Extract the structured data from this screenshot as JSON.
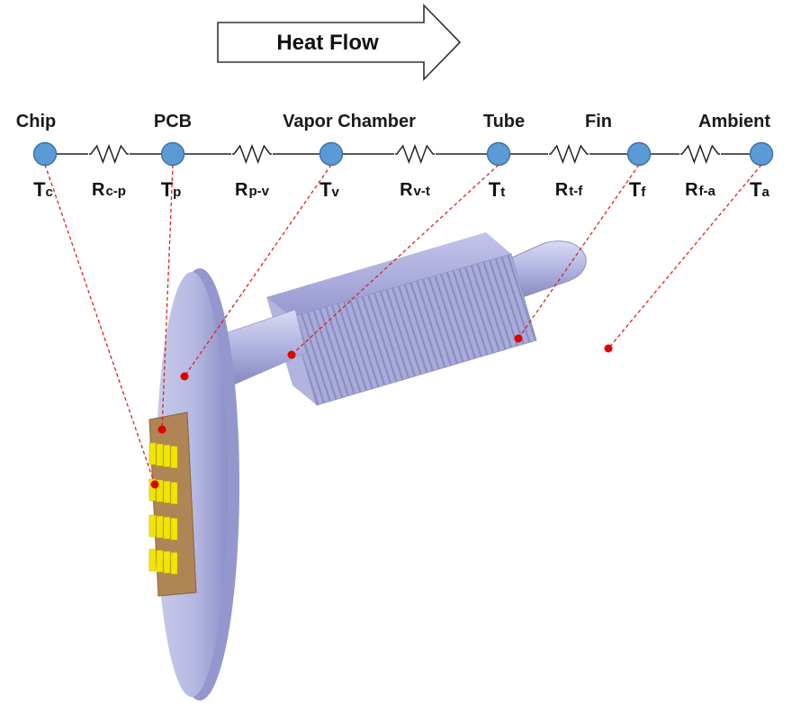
{
  "heat_flow": {
    "label": "Heat Flow"
  },
  "network": {
    "nodes": [
      {
        "label": "Chip",
        "temp_main": "T",
        "temp_sub": "c"
      },
      {
        "label": "PCB",
        "temp_main": "T",
        "temp_sub": "p"
      },
      {
        "label": "Vapor Chamber",
        "temp_main": "T",
        "temp_sub": "v"
      },
      {
        "label": "Tube",
        "temp_main": "T",
        "temp_sub": "t"
      },
      {
        "label": "Fin",
        "temp_main": "T",
        "temp_sub": "f"
      },
      {
        "label": "Ambient",
        "temp_main": "T",
        "temp_sub": "a"
      }
    ],
    "resistors": [
      {
        "main": "R",
        "sub": "c-p"
      },
      {
        "main": "R",
        "sub": "p-v"
      },
      {
        "main": "R",
        "sub": "v-t"
      },
      {
        "main": "R",
        "sub": "t-f"
      },
      {
        "main": "R",
        "sub": "f-a"
      }
    ]
  },
  "colors": {
    "node_fill": "#5b9bd5",
    "node_stroke": "#3a6fa8",
    "leader_line": "#e02020",
    "marker": "#e00000",
    "chamber": "#b9bbe6",
    "fin": "#a9acd8",
    "pcb": "#b89060",
    "chip": "#f2e600"
  },
  "icons": {
    "arrow": "heat-flow-arrow-icon",
    "resistor": "resistor-zigzag-icon"
  }
}
